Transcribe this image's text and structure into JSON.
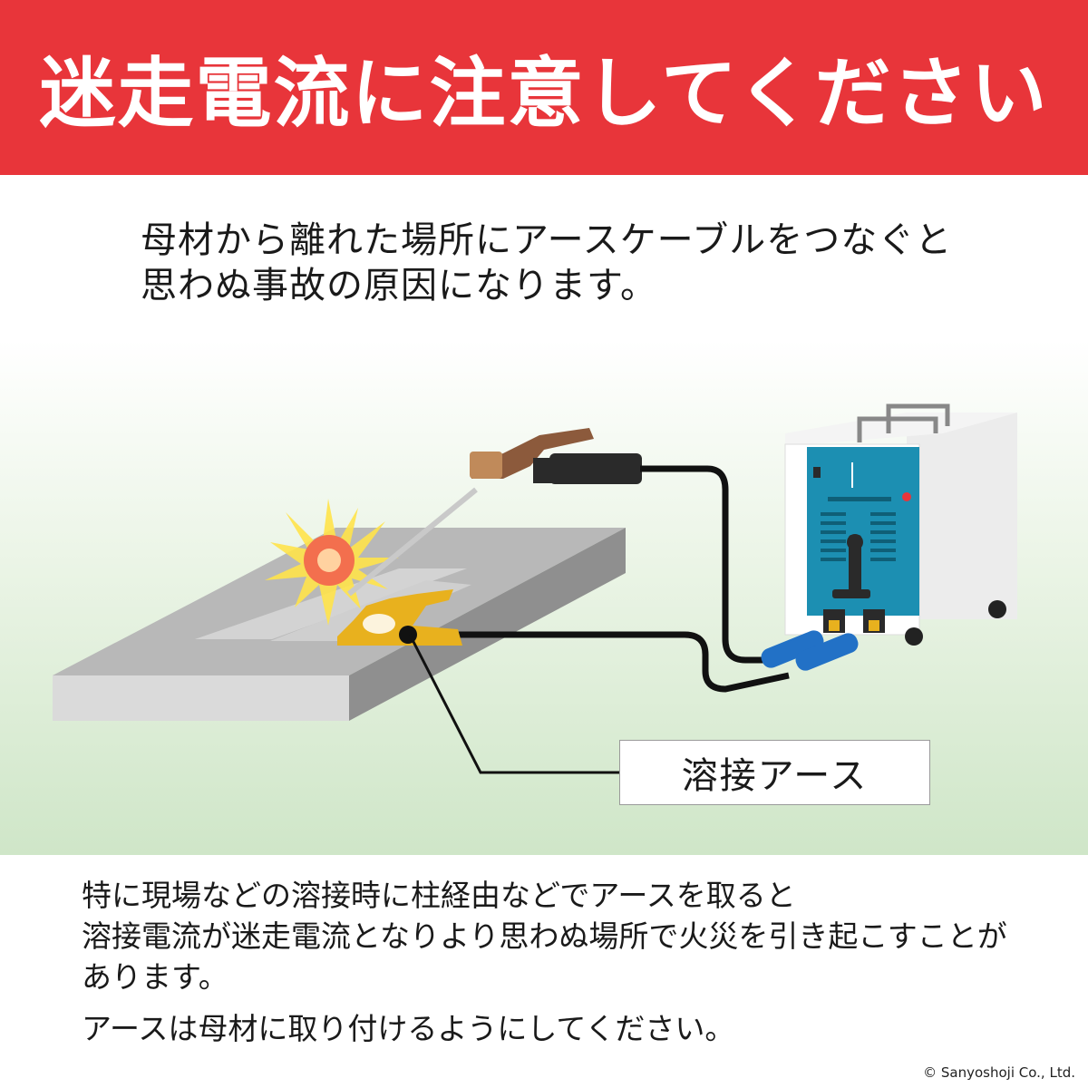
{
  "header": {
    "title": "迷走電流に注意してください",
    "background_color": "#e8353a"
  },
  "intro": {
    "lines": [
      "母材から離れた場所にアースケーブルをつなぐと",
      "思わぬ事故の原因になります。"
    ]
  },
  "illustration": {
    "label": "溶接アース",
    "icons": [
      "welding-plate",
      "welding-spark",
      "electrode-holder",
      "earth-clamp",
      "welding-machine"
    ],
    "colors": {
      "plate": "#9e9e9e",
      "machine_panel": "#1c8fb2",
      "earth_clamp": "#e8b11e",
      "electrode_holder": "#8c5a3c",
      "cable": "#111111"
    }
  },
  "notes": {
    "lines": [
      "特に現場などの溶接時に柱経由などでアースを取ると",
      "溶接電流が迷走電流となりより思わぬ場所で火災を引き起こすことが",
      "あります。",
      "アースは母材に取り付けるようにしてください。"
    ]
  },
  "copyright": "© Sanyoshoji Co., Ltd."
}
